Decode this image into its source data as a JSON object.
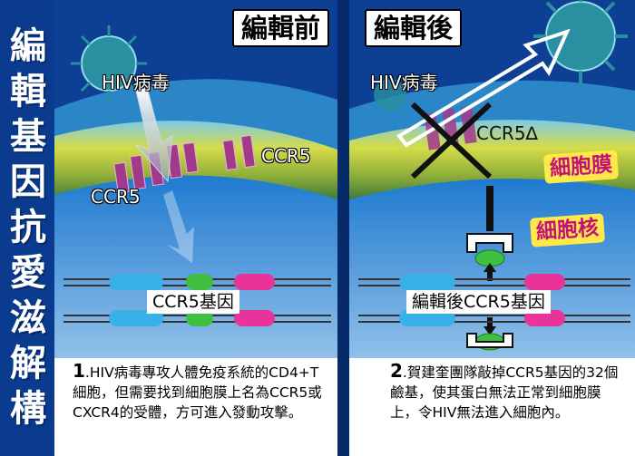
{
  "title": "編輯基因抗愛滋解構",
  "left_panel": {
    "heading": "編輯前",
    "virus_label": "HIV病毒",
    "receptor_label_top": "CCR5",
    "receptor_label_bottom": "CCR5",
    "gene_label": "CCR5基因",
    "note_number": "1",
    "note_text": ".HIV病毒專攻人體免疫系統的CD4+T細胞，但需要找到細胞膜上名為CCR5或CXCR4的受體，方可進入發動攻擊。"
  },
  "right_panel": {
    "heading": "編輯後",
    "virus_label": "HIV病毒",
    "receptor_label": "CCR5∆",
    "membrane_label": "細胞膜",
    "nucleus_label": "細胞核",
    "gene_label": "編輯後CCR5基因",
    "note_number": "2",
    "note_text": ".賀建奎團隊敲掉CCR5基因的32個鹼基，使其蛋白無法正常到細胞膜上，令HIV無法進入細胞內。"
  },
  "colors": {
    "background_blue": "#0b3b8f",
    "membrane_yellow_green": "#c9d23a",
    "receptor_purple": "#a23a8a",
    "gene_blue": "#3ab0e8",
    "gene_green": "#3fbf3f",
    "gene_pink": "#e8339a",
    "virus_teal": "#2a8fa0",
    "label_magenta": "#c2127a",
    "label_yellow": "#ffe84a"
  }
}
